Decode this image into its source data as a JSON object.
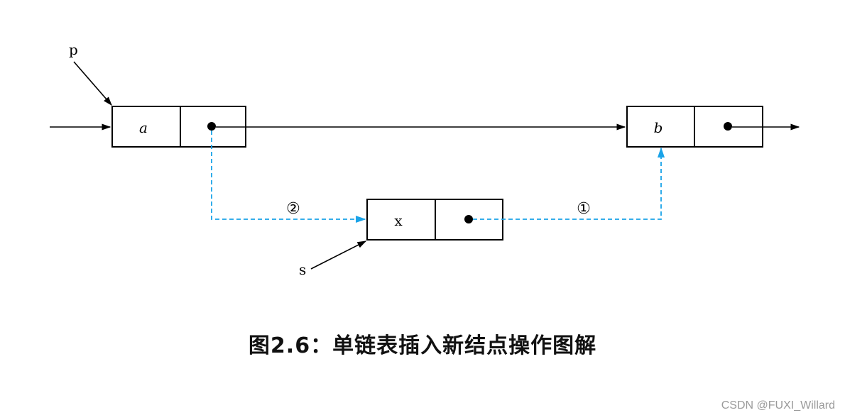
{
  "nodes": {
    "a": {
      "value": "a",
      "italic": true
    },
    "b": {
      "value": "b",
      "italic": true
    },
    "x": {
      "value": "x",
      "italic": false
    }
  },
  "pointers": {
    "p": "p",
    "s": "s"
  },
  "steps": {
    "step_one": "①",
    "step_two": "②"
  },
  "caption": "图2.6：单链表插入新结点操作图解",
  "watermark": "CSDN @FUXI_Willard",
  "colors": {
    "dashed_link": "#1aa3e8",
    "node_border": "#000000",
    "watermark": "#9a9a9a"
  }
}
